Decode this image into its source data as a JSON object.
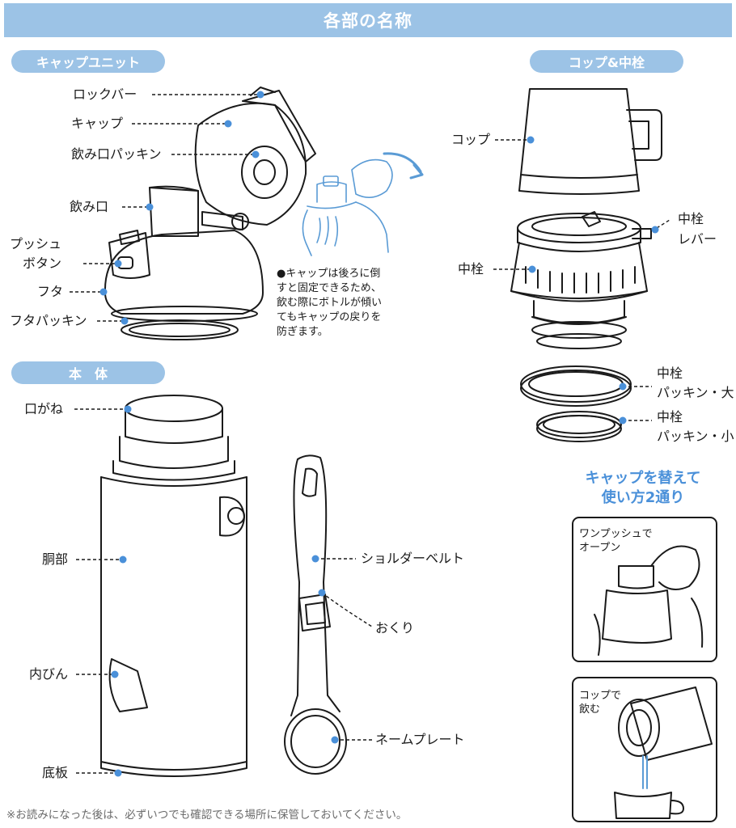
{
  "title": "各部の名称",
  "sections": {
    "cap_unit": "キャップユニット",
    "cup_plug": "コップ&中栓",
    "body": "本　体"
  },
  "cap_labels": {
    "lock_bar": "ロックバー",
    "cap": "キャップ",
    "mouth_packing": "飲み口パッキン",
    "mouth": "飲み口",
    "push_button_1": "プッシュ",
    "push_button_2": "ボタン",
    "lid": "フタ",
    "lid_packing": "フタパッキン"
  },
  "cap_note": [
    "●キャップは後ろに倒",
    "すと固定できるため、",
    "飲む際にボトルが傾い",
    "てもキャップの戻りを",
    "防ぎます。"
  ],
  "cup_labels": {
    "cup": "コップ",
    "plug_lever_1": "中栓",
    "plug_lever_2": "レバー",
    "plug": "中栓",
    "packing_large_1": "中栓",
    "packing_large_2": "パッキン・大",
    "packing_small_1": "中栓",
    "packing_small_2": "パッキン・小"
  },
  "body_labels": {
    "mouth_ring": "口がね",
    "barrel": "胴部",
    "inner_bottle": "内びん",
    "bottom_plate": "底板",
    "shoulder_belt": "ショルダーベルト",
    "buckle": "おくり",
    "name_plate": "ネームプレート"
  },
  "usage": {
    "heading_1": "キャップを替えて",
    "heading_2": "使い方2通り",
    "one_push_1": "ワンプッシュで",
    "one_push_2": "オープン",
    "cup_drink_1": "コップで",
    "cup_drink_2": "飲む"
  },
  "footer": "※お読みになった後は、必ずいつでも確認できる場所に保管しておいてください。",
  "colors": {
    "accent": "#9cc3e6",
    "dot": "#4a90d9",
    "line": "#1a1a1a",
    "heading_blue": "#4a90d9"
  }
}
